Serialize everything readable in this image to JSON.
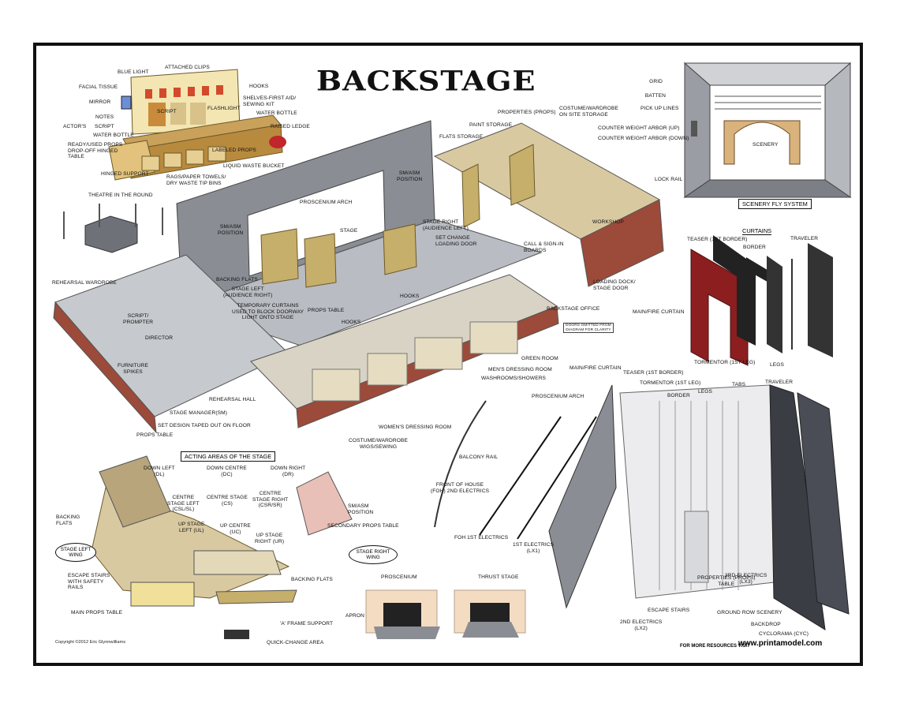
{
  "title": "BACKSTAGE",
  "copyright": "Copyright ©2012 Eric Glynnwilliams",
  "footer": {
    "resources_label": "FOR MORE RESOURCES VISIT",
    "website": "www.printamodel.com"
  },
  "dressing_table": {
    "labels": [
      "BLUE LIGHT",
      "ATTACHED CLIPS",
      "FACIAL TISSUE",
      "MIRROR",
      "HOOKS",
      "SCRIPT",
      "FLASHLIGHT",
      "SHELVES-FIRST AID/\nSEWING KIT",
      "NOTES",
      "WATER BOTTLE",
      "ACTOR'S",
      "SCRIPT",
      "WATER BOTTLE",
      "RAISED LEDGE",
      "READY/USED PROPS\nDROP-OFF HINGED\nTABLE",
      "LABELED PROPS",
      "LIQUID WASTE BUCKET",
      "HINGED SUPPORT",
      "RAGS/PAPER TOWELS/\nDRY WASTE TIP BINS"
    ]
  },
  "theatre_in_round": {
    "label": "THEATRE IN THE ROUND"
  },
  "main_plan": {
    "labels": [
      "PROSCENIUM ARCH",
      "SM/ASM\nPOSITION",
      "STAGE",
      "SM/ASM\nPOSITION",
      "STAGE RIGHT\n(AUDIENCE LEFT)",
      "SET CHANGE\nLOADING DOOR",
      "BACKING FLATS",
      "STAGE LEFT\n(AUDIENCE RIGHT)",
      "PROPS TABLE",
      "TEMPORARY CURTAINS\nUSED TO BLOCK DOORWAY\nLIGHT ONTO STAGE",
      "HOOKS",
      "HOOKS",
      "PROPERTIES (PROPS)",
      "COSTUME/WARDROBE\nON SITE STORAGE",
      "PAINT STORAGE",
      "FLATS STORAGE",
      "WORKSHOP",
      "CALL & SIGN-IN\nBOARDS",
      "LOADING DOCK/\nSTAGE DOOR",
      "BACKSTAGE OFFICE",
      "DOORS OMITTED FROM\nDIAGRAM FOR CLARITY",
      "GREEN ROOM",
      "MEN'S DRESSING ROOM",
      "WASHROOMS/SHOWERS",
      "WOMEN'S DRESSING ROOM",
      "COSTUME/WARDROBE\nWIGS/SEWING",
      "REHEARSAL WARDROBE",
      "SCRIPT/\nPROMPTER",
      "DIRECTOR",
      "FURNITURE\nSPIKES",
      "REHEARSAL HALL",
      "STAGE MANAGER(SM)",
      "SET DESIGN TAPED OUT ON FLOOR",
      "PROPS TABLE"
    ]
  },
  "fly_system": {
    "heading": "SCENERY FLY SYSTEM",
    "labels": [
      "GRID",
      "BATTEN",
      "PICK UP LINES",
      "COUNTER WEIGHT ARBOR (UP)",
      "COUNTER WEIGHT ARBOR (DOWN)",
      "SCENERY",
      "LOCK RAIL"
    ]
  },
  "curtains": {
    "heading": "CURTAINS",
    "labels": [
      "TEASER (1ST BORDER)",
      "BORDER",
      "TRAVELER",
      "MAIN/FIRE CURTAIN",
      "TORMENTOR (1ST LEG)",
      "LEGS"
    ]
  },
  "acting_areas": {
    "heading": "ACTING AREAS OF THE STAGE",
    "areas": [
      "DOWN LEFT\n(DL)",
      "DOWN CENTRE\n(DC)",
      "DOWN RIGHT\n(DR)",
      "CENTRE\nSTAGE LEFT\n(CSL/SL)",
      "CENTRE STAGE\n(CS)",
      "CENTRE\nSTAGE RIGHT\n(CSR/SR)",
      "UP STAGE\nLEFT (UL)",
      "UP CENTRE\n(UC)",
      "UP STAGE\nRIGHT (UR)"
    ],
    "labels": [
      "BACKING\nFLATS",
      "SM/ASM\nPOSITION",
      "SECONDARY PROPS TABLE",
      "ESCAPE STAIRS\nWITH SAFETY\nRAILS",
      "MAIN PROPS TABLE",
      "BACKING FLATS",
      "'A' FRAME SUPPORT",
      "QUICK-CHANGE AREA"
    ],
    "ovals": [
      "STAGE LEFT\nWING",
      "STAGE RIGHT\nWING"
    ]
  },
  "stage_types": {
    "labels": [
      "PROSCENIUM",
      "THRUST STAGE",
      "APRON"
    ]
  },
  "lighting": {
    "labels": [
      "PROSCENIUM ARCH",
      "BALCONY RAIL",
      "FRONT OF HOUSE\n(FOH) 2ND ELECTRICS",
      "FOH 1ST ELECTRICS",
      "1ST ELECTRICS\n(LX1)"
    ]
  },
  "stage_3d": {
    "labels": [
      "MAIN/FIRE CURTAIN",
      "TEASER (1ST BORDER)",
      "TORMENTOR (1ST LEG)",
      "BORDER",
      "LEGS",
      "TABS",
      "TRAVELER",
      "3RD ELECTRICS\n(LX3)",
      "PROPERTIES (PROPS)\nTABLE",
      "ESCAPE STAIRS",
      "2ND ELECTRICS\n(LX2)",
      "GROUND ROW SCENERY",
      "BACKDROP",
      "CYCLORAMA (CYC)"
    ]
  }
}
